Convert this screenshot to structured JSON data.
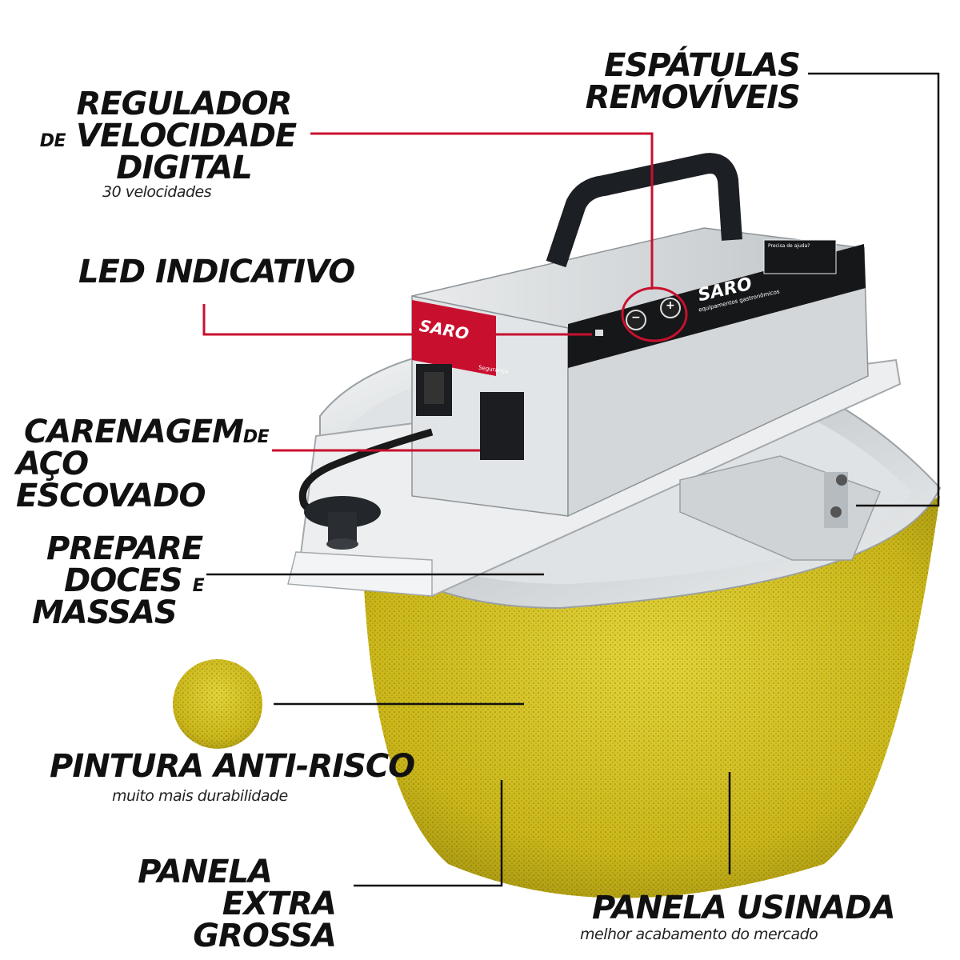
{
  "brand": {
    "logo_text": "SARO",
    "logo_sub": "equipamentos gastronômicos",
    "side_label": "Segurança",
    "help_title": "Precisa de ajuda?",
    "control_minus": "−",
    "control_plus": "+"
  },
  "colors": {
    "pot_yellow": "#d8c61f",
    "pointer_red": "#c8102e",
    "pointer_black": "#111111",
    "steel": "#d9dde0",
    "handle": "#1c1f24"
  },
  "labels": {
    "espatulas_line1": "ESPÁTULAS",
    "espatulas_line2": "REMOVÍVEIS",
    "regulador_line1": "REGULADOR",
    "regulador_prefix": "DE",
    "regulador_line2": "VELOCIDADE",
    "regulador_line3": "DIGITAL",
    "regulador_sub": "30 velocidades",
    "led": "LED INDICATIVO",
    "carenagem_line1": "CARENAGEM",
    "carenagem_suffix": "DE",
    "carenagem_line2": "AÇO ESCOVADO",
    "prepare_line1": "PREPARE",
    "prepare_line2": "DOCES",
    "prepare_conj": "E",
    "prepare_line3": "MASSAS",
    "pintura": "PINTURA ANTI-RISCO",
    "pintura_sub": "muito mais durabilidade",
    "panela_grossa_line1": "PANELA",
    "panela_grossa_line2": "EXTRA GROSSA",
    "panela_usinada": "PANELA USINADA",
    "panela_usinada_sub": "melhor acabamento do mercado"
  }
}
